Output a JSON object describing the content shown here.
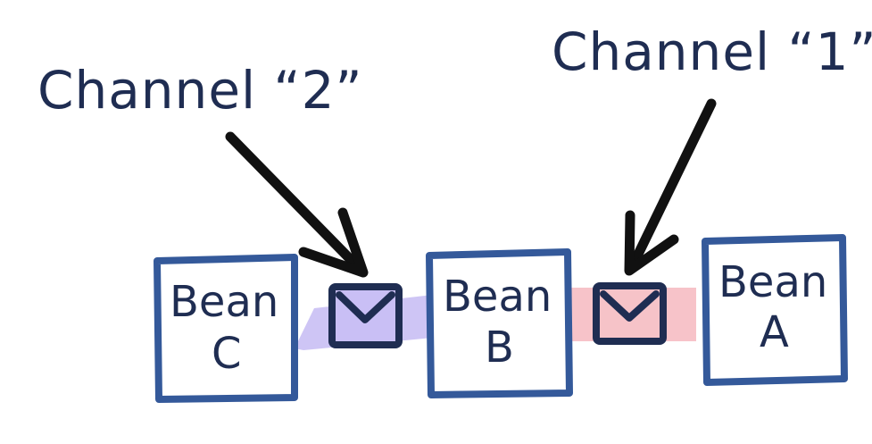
{
  "channels": [
    {
      "label": "Channel “2”",
      "color": "#b9aef0"
    },
    {
      "label": "Channel “1”",
      "color": "#f4b2b8"
    }
  ],
  "beans": [
    {
      "line1": "Bean",
      "line2": "C"
    },
    {
      "line1": "Bean",
      "line2": "B"
    },
    {
      "line1": "Bean",
      "line2": "A"
    }
  ],
  "colors": {
    "box_stroke": "#34599a",
    "text": "#1f2d52",
    "arrow": "#111111",
    "envelope_stroke": "#1f2d52"
  },
  "icons": [
    "envelope-icon",
    "envelope-icon"
  ]
}
